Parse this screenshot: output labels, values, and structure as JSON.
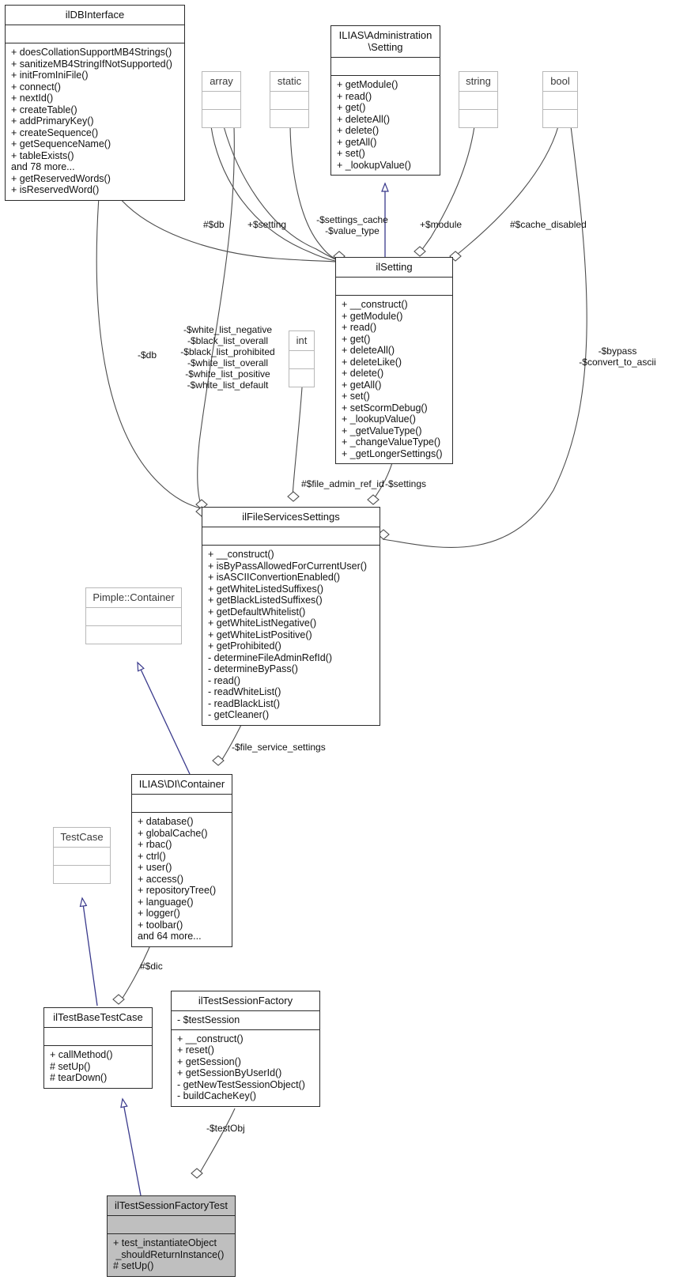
{
  "diagram": {
    "type": "uml-class-diagram",
    "title": "ilTestSessionFactoryTest collaboration diagram",
    "background": "#ffffff",
    "inheritance_color": "#3a3a8c",
    "edge_color": "#4d4d4d",
    "highlight_color": "#bfbfbf"
  },
  "classes": {
    "ildbinterface": {
      "name": "ilDBInterface",
      "attrs": [],
      "ops": [
        "+ doesCollationSupportMB4Strings()",
        "+ sanitizeMB4StringIfNotSupported()",
        "+ initFromIniFile()",
        "+ connect()",
        "+ nextId()",
        "+ createTable()",
        "+ addPrimaryKey()",
        "+ createSequence()",
        "+ getSequenceName()",
        "+ tableExists()",
        "and 78 more...",
        "+ getReservedWords()",
        "+ isReservedWord()"
      ]
    },
    "array": {
      "name": "array",
      "attrs": [],
      "ops": []
    },
    "static": {
      "name": "static",
      "attrs": [],
      "ops": []
    },
    "string": {
      "name": "string",
      "attrs": [],
      "ops": []
    },
    "bool": {
      "name": "bool",
      "attrs": [],
      "ops": []
    },
    "int": {
      "name": "int",
      "attrs": [],
      "ops": []
    },
    "setting": {
      "name": "ILIAS\\Administration\n\\Setting",
      "attrs": [],
      "ops": [
        "+ getModule()",
        "+ read()",
        "+ get()",
        "+ deleteAll()",
        "+ delete()",
        "+ getAll()",
        "+ set()",
        "+ _lookupValue()"
      ]
    },
    "ilsetting": {
      "name": "ilSetting",
      "attrs": [],
      "ops": [
        "+ __construct()",
        "+ getModule()",
        "+ read()",
        "+ get()",
        "+ deleteAll()",
        "+ deleteLike()",
        "+ delete()",
        "+ getAll()",
        "+ set()",
        "+ setScormDebug()",
        "+ _lookupValue()",
        "+ _getValueType()",
        "+ _changeValueType()",
        "+ _getLongerSettings()"
      ]
    },
    "ilfileservicessettings": {
      "name": "ilFileServicesSettings",
      "attrs": [],
      "ops": [
        "+ __construct()",
        "+ isByPassAllowedForCurrentUser()",
        "+ isASCIIConvertionEnabled()",
        "+ getWhiteListedSuffixes()",
        "+ getBlackListedSuffixes()",
        "+ getDefaultWhitelist()",
        "+ getWhiteListNegative()",
        "+ getWhiteListPositive()",
        "+ getProhibited()",
        "- determineFileAdminRefId()",
        "- determineByPass()",
        "- read()",
        "- readWhiteList()",
        "- readBlackList()",
        "- getCleaner()"
      ]
    },
    "pimple": {
      "name": "Pimple::Container",
      "attrs": [],
      "ops": []
    },
    "dicontainer": {
      "name": "ILIAS\\DI\\Container",
      "attrs": [],
      "ops": [
        "+ database()",
        "+ globalCache()",
        "+ rbac()",
        "+ ctrl()",
        "+ user()",
        "+ access()",
        "+ repositoryTree()",
        "+ language()",
        "+ logger()",
        "+ toolbar()",
        "and 64 more..."
      ]
    },
    "testcase": {
      "name": "TestCase",
      "attrs": [],
      "ops": []
    },
    "iltestbasetestcase": {
      "name": "ilTestBaseTestCase",
      "attrs": [],
      "ops": [
        "+ callMethod()",
        "# setUp()",
        "# tearDown()"
      ]
    },
    "iltestsessionfactory": {
      "name": "ilTestSessionFactory",
      "attrs": [
        "- $testSession"
      ],
      "ops": [
        "+ __construct()",
        "+ reset()",
        "+ getSession()",
        "+ getSessionByUserId()",
        "- getNewTestSessionObject()",
        "- buildCacheKey()"
      ]
    },
    "iltestsessionfactorytest": {
      "name": "ilTestSessionFactoryTest",
      "attrs": [],
      "ops": [
        "+ test_instantiateObject",
        " _shouldReturnInstance()",
        "# setUp()"
      ]
    }
  },
  "edge_labels": {
    "db_hash": "#$db",
    "setting_plus": "+$setting",
    "settings_cache": "-$settings_cache\n-$value_type",
    "module": "+$module",
    "cache_disabled": "#$cache_disabled",
    "bypass_convert": "-$bypass\n-$convert_to_ascii",
    "db_private": "-$db",
    "white_black_lists": "-$white_list_negative\n-$black_list_overall\n-$black_list_prohibited\n-$white_list_overall\n-$white_list_positive\n-$white_list_default",
    "file_admin_ref_id": "#$file_admin_ref_id",
    "settings_private": "-$settings",
    "file_service_settings": "-$file_service_settings",
    "dic": "#$dic",
    "test_obj": "-$testObj"
  }
}
